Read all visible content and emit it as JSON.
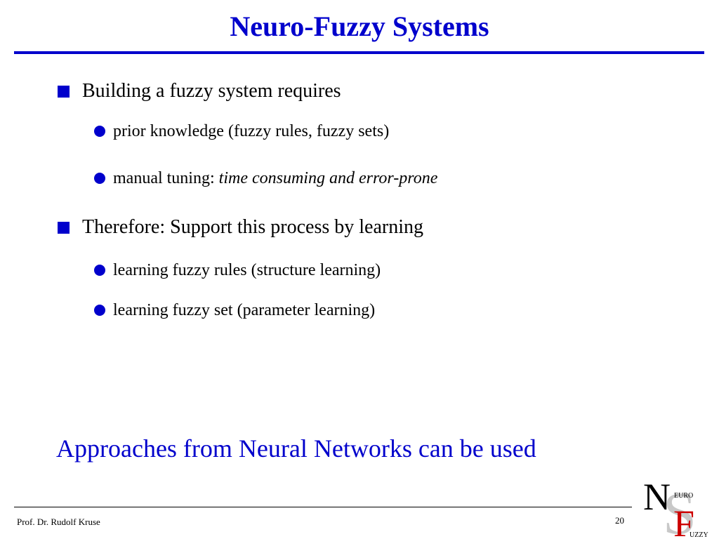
{
  "slide": {
    "title": "Neuro-Fuzzy Systems",
    "bullets": [
      {
        "text": "Building a fuzzy system requires",
        "sub": [
          {
            "text": "prior knowledge (fuzzy rules, fuzzy sets)",
            "italic_text": ""
          },
          {
            "text": "manual tuning: ",
            "italic_text": "time consuming and error-prone"
          }
        ]
      },
      {
        "text": "Therefore: Support this process by learning",
        "sub": [
          {
            "text": "learning fuzzy rules (structure learning)",
            "italic_text": ""
          },
          {
            "text": "learning fuzzy set (parameter learning)",
            "italic_text": ""
          }
        ]
      }
    ],
    "conclusion": "Approaches from Neural Networks can be used"
  },
  "footer": {
    "author": "Prof. Dr. Rudolf Kruse",
    "page_number": "20"
  },
  "logo": {
    "letter_n": "N",
    "letter_s": "S",
    "letter_f": "F",
    "text_euro": "EURO",
    "text_uzzy": "UZZY"
  },
  "colors": {
    "accent": "#0000cc",
    "text": "#000000",
    "logo_s": "#c8c8c8"
  }
}
